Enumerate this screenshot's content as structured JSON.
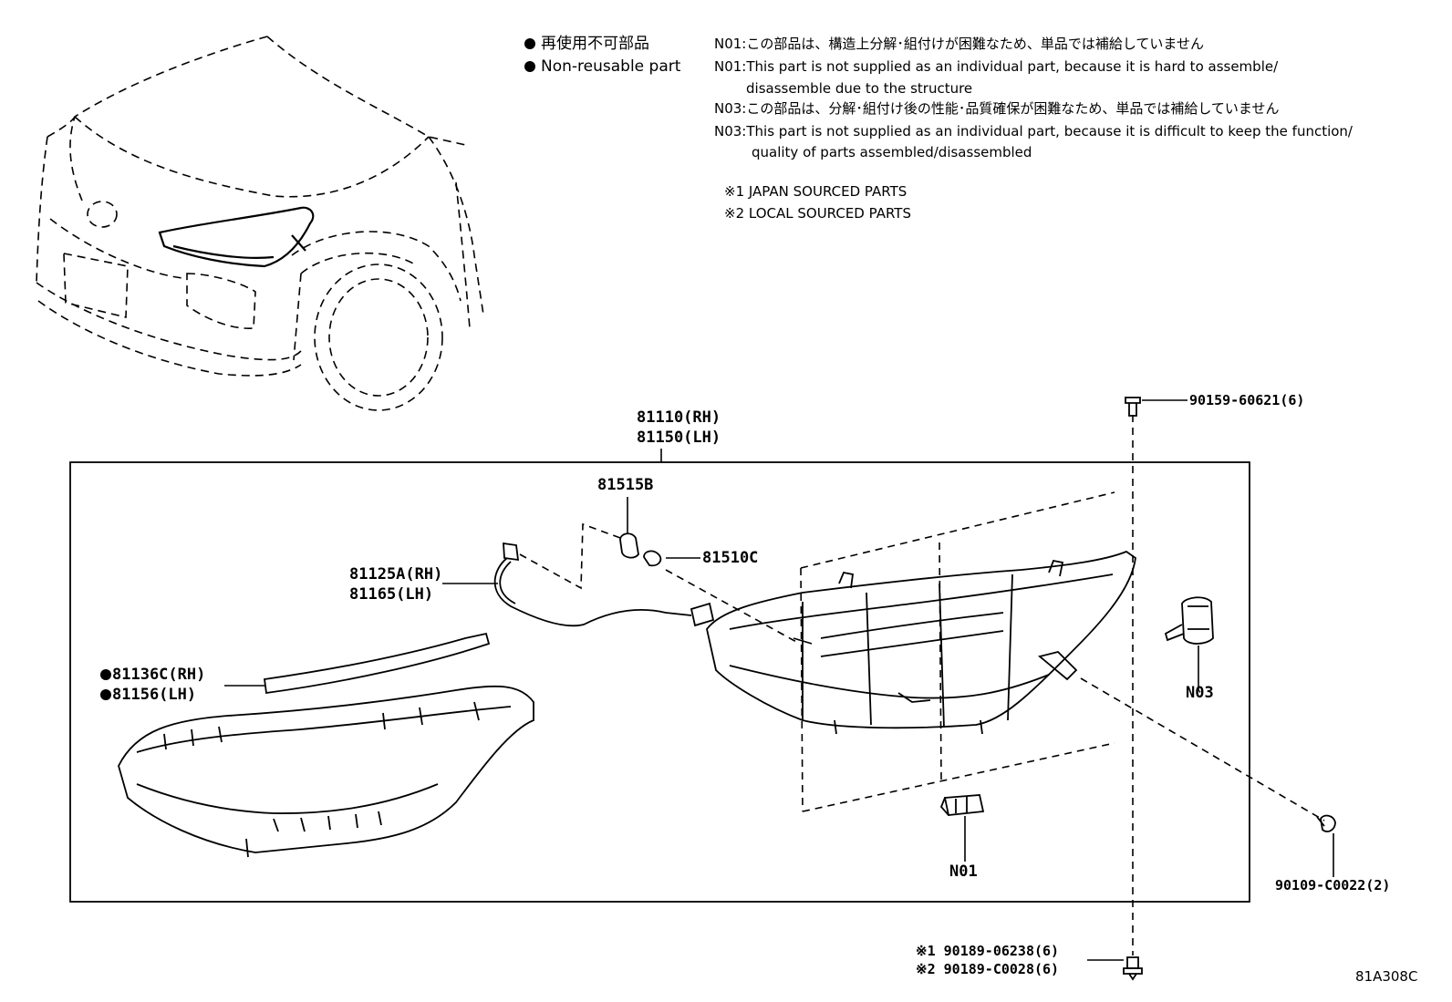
{
  "legend": {
    "non_reusable_jp": "再使用不可部品",
    "non_reusable_en": "Non-reusable part"
  },
  "notes": {
    "n01_jp": "N01:この部品は、構造上分解･組付けが困難なため、単品では補給していません",
    "n01_en_1": "N01:This part is not supplied as an individual part, because it is hard to assemble/",
    "n01_en_2": "disassemble due to the structure",
    "n03_jp": "N03:この部品は、分解･組付け後の性能･品質確保が困難なため、単品では補給していません",
    "n03_en_1": "N03:This part is not supplied as an individual part, because it is difficult to keep the function/",
    "n03_en_2": "quality of parts assembled/disassembled",
    "source_1": "※1 JAPAN SOURCED PARTS",
    "source_2": "※2 LOCAL SOURCED PARTS"
  },
  "parts": {
    "assembly_rh": "81110(RH)",
    "assembly_lh": "81150(LH)",
    "socket": "81515B",
    "bulb": "81510C",
    "wire_rh": "81125A(RH)",
    "wire_lh": "81165(LH)",
    "gasket_rh": "81136C(RH)",
    "gasket_lh": "81156(LH)",
    "screw_top": "90159-60621(6)",
    "screw_right": "90109-C0022(2)",
    "screw_bottom_1": "※1 90189-06238(6)",
    "screw_bottom_2": "※2 90189-C0028(6)",
    "n03": "N03",
    "n01": "N01"
  },
  "diagram_id": "81A308C"
}
